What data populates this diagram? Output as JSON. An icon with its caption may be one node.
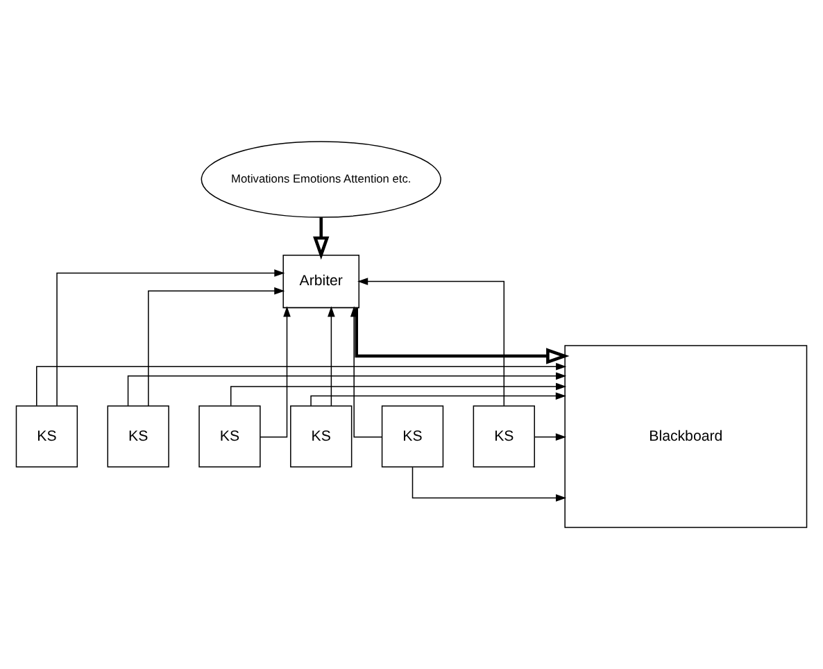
{
  "diagram": {
    "nodes": [
      {
        "text": [
          "Motivations Emotions Attention etc."
        ]
      },
      {
        "text": [
          "Arbiter"
        ]
      },
      {
        "text": [
          "Blackboard"
        ]
      },
      {
        "text": [
          "KS"
        ]
      },
      {
        "text": [
          "KS"
        ]
      },
      {
        "text": [
          "KS"
        ]
      },
      {
        "text": [
          "KS"
        ]
      },
      {
        "text": [
          "KS"
        ]
      },
      {
        "text": [
          "KS"
        ]
      }
    ],
    "edges": [
      {
        "from": 0,
        "to": 1,
        "arrow": "to",
        "style": "thick"
      },
      {
        "from": 1,
        "to": 2,
        "arrow": "to",
        "style": "thick"
      },
      {
        "from": 3,
        "to": 2,
        "arrow": "to"
      },
      {
        "from": 4,
        "to": 2,
        "arrow": "to"
      },
      {
        "from": 5,
        "to": 2,
        "arrow": "to"
      },
      {
        "from": 6,
        "to": 2,
        "arrow": "to"
      },
      {
        "from": 7,
        "to": 2,
        "arrow": "to"
      },
      {
        "from": 8,
        "to": 2,
        "arrow": "to"
      },
      {
        "from": 3,
        "to": 1,
        "arrow": "to"
      },
      {
        "from": 4,
        "to": 1,
        "arrow": "to"
      },
      {
        "from": 5,
        "to": 1,
        "arrow": "to"
      },
      {
        "from": 6,
        "to": 1,
        "arrow": "to"
      },
      {
        "from": 7,
        "to": 1,
        "arrow": "to"
      },
      {
        "from": 8,
        "to": 1,
        "arrow": "to"
      }
    ]
  }
}
